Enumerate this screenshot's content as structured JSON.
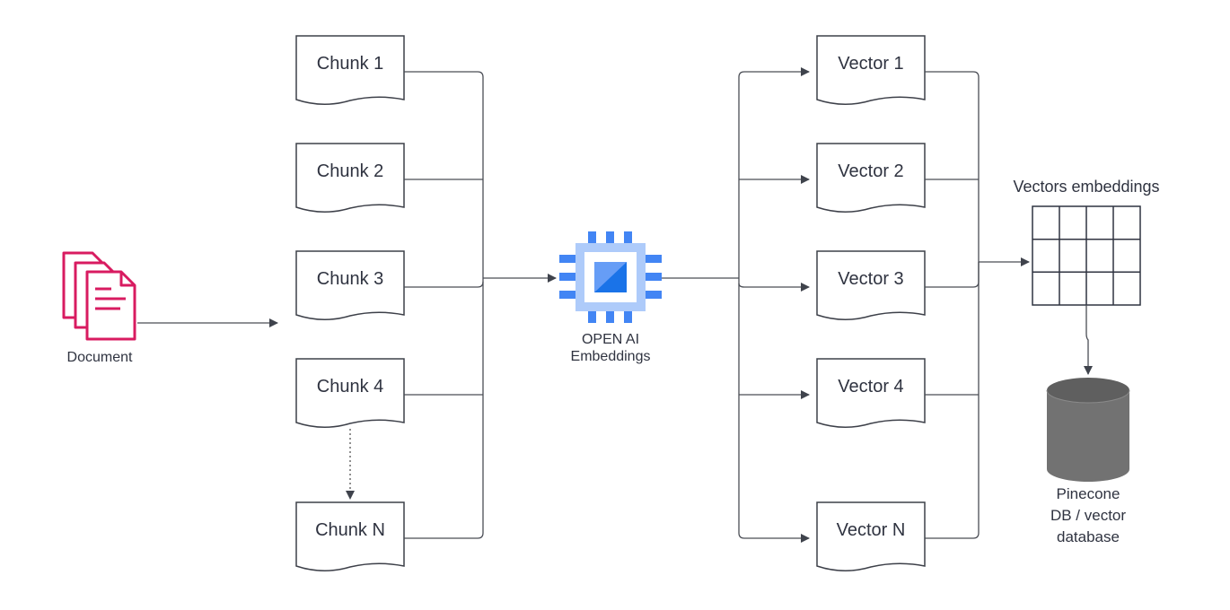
{
  "document": {
    "label": "Document",
    "icon": "document-stack-icon",
    "color": "#d81b60"
  },
  "chunks": [
    "Chunk 1",
    "Chunk 2",
    "Chunk 3",
    "Chunk 4",
    "Chunk N"
  ],
  "processor": {
    "icon": "chip-icon",
    "line1": "OPEN AI",
    "line2": "Embeddings",
    "colors": {
      "pins": "#4285f4",
      "body": "#aecbfa",
      "core": "#4285f4"
    }
  },
  "vectors": [
    "Vector 1",
    "Vector 2",
    "Vector 3",
    "Vector 4",
    "Vector N"
  ],
  "embeddings": {
    "title": "Vectors embeddings",
    "grid": {
      "rows": 3,
      "cols": 4
    }
  },
  "database": {
    "icon": "database-cylinder-icon",
    "line1": "Pinecone",
    "line2": "DB / vector",
    "line3": "database",
    "color": "#6e6e6e"
  }
}
